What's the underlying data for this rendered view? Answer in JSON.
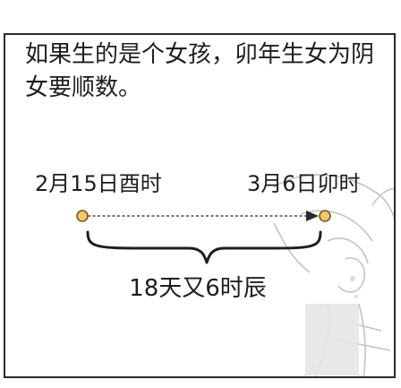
{
  "caption": {
    "line1": "如果生的是个女孩，卯年生女为阴",
    "line2": "女要顺数。"
  },
  "timeline": {
    "start_label": "2月15日酉时",
    "end_label": "3月6日卯时",
    "duration_label": "18天又6时辰"
  },
  "colors": {
    "marker_fill": "#f3c86b",
    "marker_stroke": "#7a5a1a",
    "line": "#4a4a4a",
    "border": "#2a2a2a",
    "sketch": "#bdbdbd"
  }
}
